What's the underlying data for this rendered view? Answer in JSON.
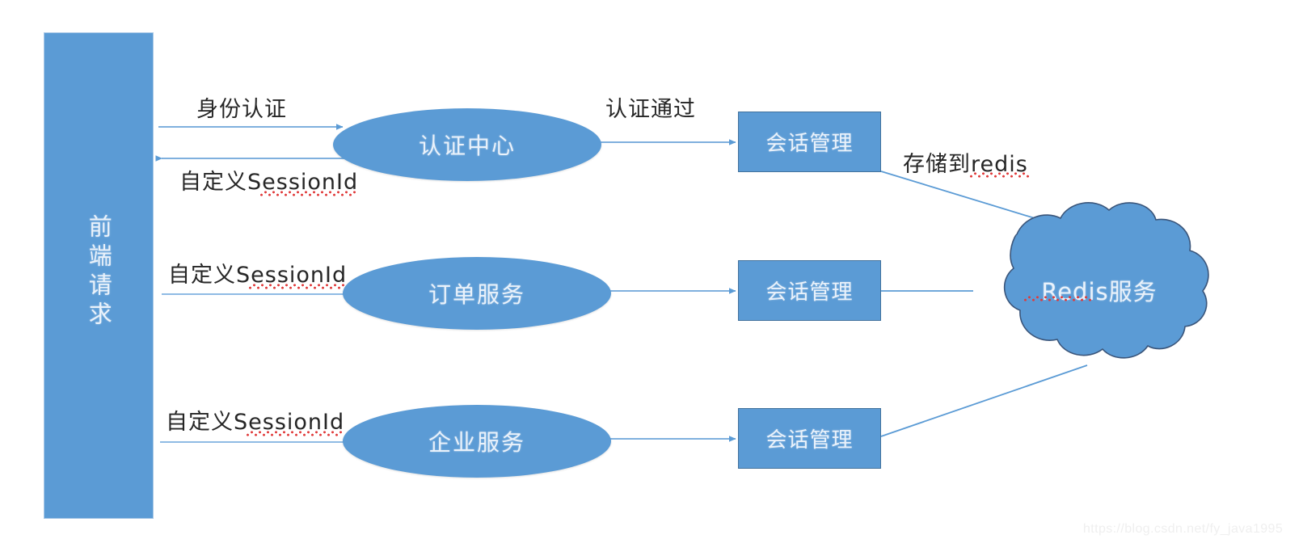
{
  "diagram": {
    "title": "Session management architecture with Redis",
    "colors": {
      "shape_fill": "#5B9BD5",
      "box_border": "#41719C",
      "connector": "#5B9BD5",
      "label_text": "#262626",
      "shape_text": "#EAF2FB",
      "spellcheck_squiggle": "#E03A3A",
      "background": "#FFFFFF"
    },
    "frontend": {
      "label": "前端请求",
      "orientation": "vertical"
    },
    "services": [
      {
        "name": "认证中心",
        "shape": "ellipse"
      },
      {
        "name": "订单服务",
        "shape": "ellipse"
      },
      {
        "name": "企业服务",
        "shape": "ellipse"
      }
    ],
    "session_boxes": [
      {
        "label": "会话管理"
      },
      {
        "label": "会话管理"
      },
      {
        "label": "会话管理"
      }
    ],
    "store": {
      "label": "Redis服务",
      "shape": "cloud"
    },
    "edge_labels": {
      "auth_request": "身份认证",
      "auth_response": "自定义SessionId",
      "order_request": "自定义SessionId",
      "enterprise_request": "自定义SessionId",
      "auth_passed": "认证通过",
      "store_to_redis": "存储到redis"
    },
    "watermark": "https://blog.csdn.net/fy_java1995"
  }
}
